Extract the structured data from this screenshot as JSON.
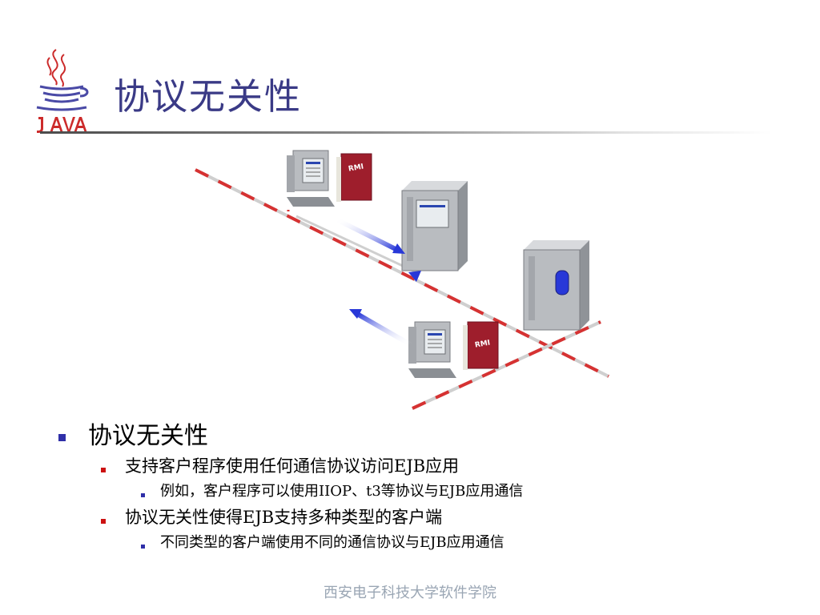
{
  "logo": {
    "text": "JAVA"
  },
  "title": "协议无关性",
  "diagram": {
    "rmi_label": "RMI",
    "colors": {
      "network_red": "#d63232",
      "arrow_blue": "#2838d8",
      "book_red": "#9e1e2c",
      "server_gray": "#b9bcc0"
    }
  },
  "bullets": {
    "level1": "协议无关性",
    "item1": "支持客户程序使用任何通信协议访问EJB应用",
    "item1_sub": "例如，客户程序可以使用IIOP、t3等协议与EJB应用通信",
    "item2": "协议无关性使得EJB支持多种类型的客户端",
    "item2_sub": "不同类型的客户端使用不同的通信协议与EJB应用通信"
  },
  "footer": "西安电子科技大学软件学院"
}
